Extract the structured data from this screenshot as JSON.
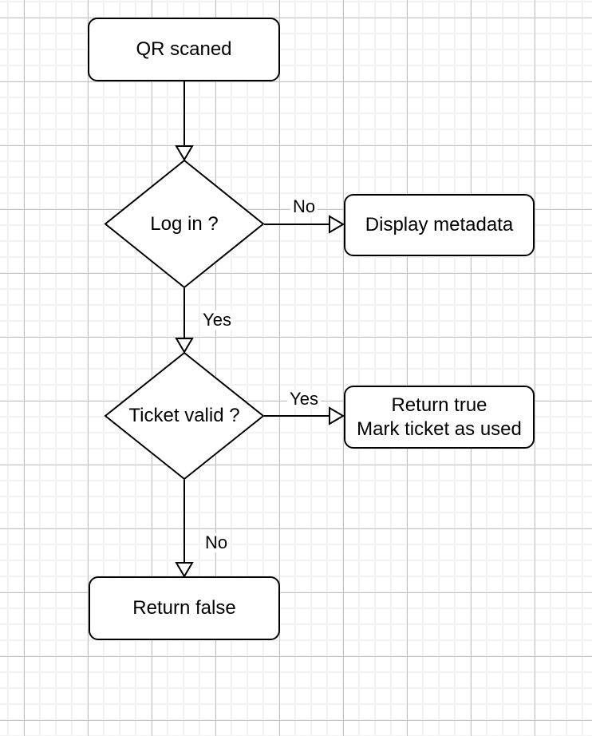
{
  "diagram": {
    "type": "flowchart",
    "nodes": {
      "qr_scanned": {
        "shape": "rounded-rectangle",
        "label": "QR scaned"
      },
      "login_decision": {
        "shape": "diamond",
        "label": "Log in ?"
      },
      "display_metadata": {
        "shape": "rounded-rectangle",
        "label": "Display metadata"
      },
      "ticket_valid_decision": {
        "shape": "diamond",
        "label": "Ticket valid ?"
      },
      "return_true": {
        "shape": "rounded-rectangle",
        "lines": [
          "Return true",
          "Mark ticket as used"
        ]
      },
      "return_false": {
        "shape": "rounded-rectangle",
        "label": "Return false"
      }
    },
    "edges": [
      {
        "from": "qr_scanned",
        "to": "login_decision",
        "label": ""
      },
      {
        "from": "login_decision",
        "to": "display_metadata",
        "label": "No"
      },
      {
        "from": "login_decision",
        "to": "ticket_valid_decision",
        "label": "Yes"
      },
      {
        "from": "ticket_valid_decision",
        "to": "return_true",
        "label": "Yes"
      },
      {
        "from": "ticket_valid_decision",
        "to": "return_false",
        "label": "No"
      }
    ],
    "colors": {
      "stroke": "#000000",
      "node_fill": "#ffffff",
      "text": "#000000",
      "canvas_bg": "#ffffff",
      "grid_minor": "#f2f2f2",
      "grid_major": "#c2c2c2"
    }
  }
}
